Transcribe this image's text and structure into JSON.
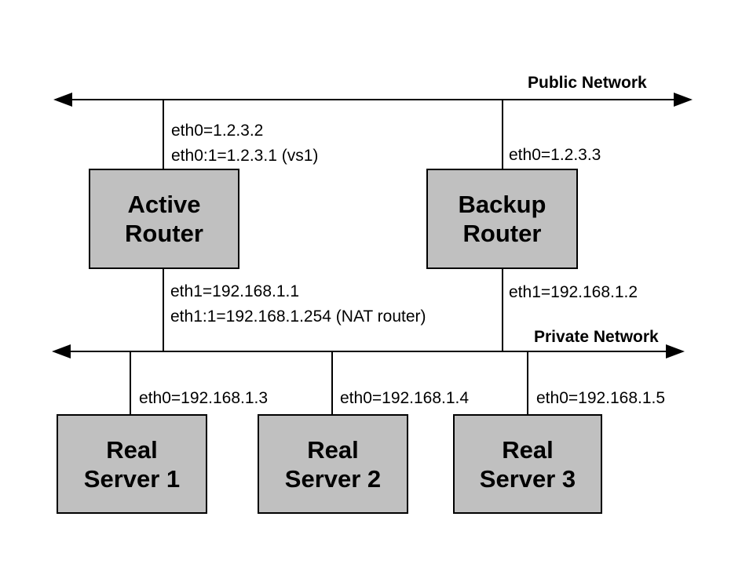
{
  "colors": {
    "node_fill": "#c0c0c0",
    "node_border": "#000000",
    "wire": "#000000",
    "background": "#ffffff"
  },
  "networks": {
    "public": {
      "label": "Public Network"
    },
    "private": {
      "label": "Private Network"
    }
  },
  "routers": {
    "active": {
      "line1": "Active",
      "line2": "Router",
      "eth0": "eth0=1.2.3.2",
      "eth0_alias": "eth0:1=1.2.3.1 (vs1)",
      "eth1": "eth1=192.168.1.1",
      "eth1_alias": "eth1:1=192.168.1.254 (NAT router)"
    },
    "backup": {
      "line1": "Backup",
      "line2": "Router",
      "eth0": "eth0=1.2.3.3",
      "eth1": "eth1=192.168.1.2"
    }
  },
  "servers": [
    {
      "line1": "Real",
      "line2": "Server 1",
      "eth0": "eth0=192.168.1.3"
    },
    {
      "line1": "Real",
      "line2": "Server 2",
      "eth0": "eth0=192.168.1.4"
    },
    {
      "line1": "Real",
      "line2": "Server 3",
      "eth0": "eth0=192.168.1.5"
    }
  ]
}
